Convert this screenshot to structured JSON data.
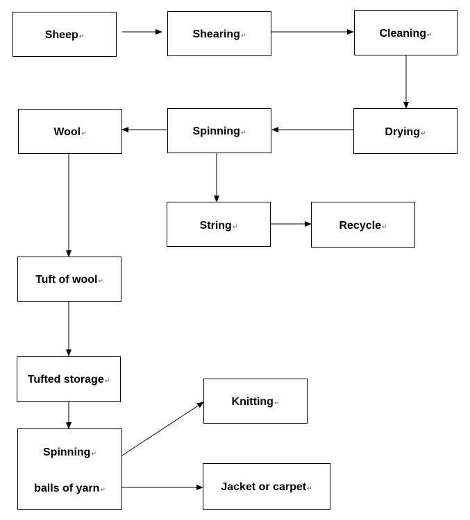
{
  "nodes": {
    "sheep": "Sheep",
    "shearing": "Shearing",
    "cleaning": "Cleaning",
    "drying": "Drying",
    "spinning": "Spinning",
    "wool": "Wool",
    "string": "String",
    "recycle": "Recycle",
    "tuft_of_wool": "Tuft of wool",
    "tufted_storage": "Tufted storage",
    "spinning_balls_line1": "Spinning",
    "spinning_balls_line2": "balls of yarn",
    "knitting": "Knitting",
    "jacket_or_carpet": "Jacket or carpet"
  },
  "return_mark": "↵"
}
